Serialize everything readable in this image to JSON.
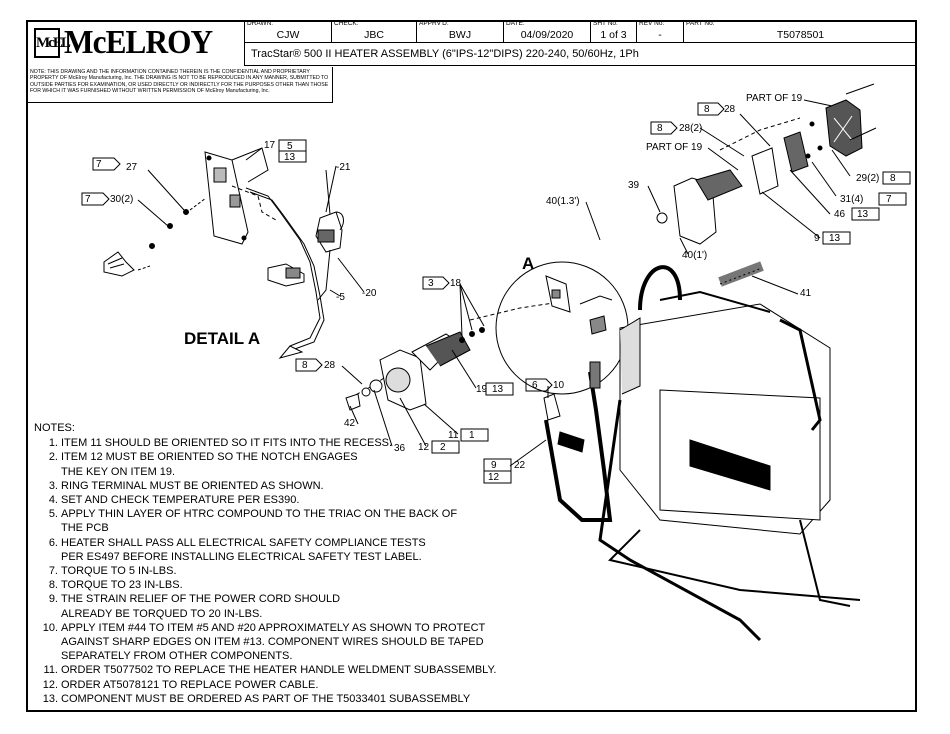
{
  "title_block": {
    "logo_mark": "McEL",
    "logo_text": "McELROY",
    "cells": [
      {
        "label": "DRAWN:",
        "value": "CJW"
      },
      {
        "label": "CHECK:",
        "value": "JBC"
      },
      {
        "label": "APPRV'D:",
        "value": "BWJ"
      },
      {
        "label": "DATE:",
        "value": "04/09/2020"
      },
      {
        "label": "SHT No:",
        "value": "1 of 3"
      },
      {
        "label": "REV No:",
        "value": "-"
      },
      {
        "label": "PART No:",
        "value": "T5078501"
      }
    ],
    "title": "TracStar® 500 II HEATER ASSEMBLY (6\"IPS-12\"DIPS) 220-240, 50/60Hz, 1Ph"
  },
  "notice": "NOTE: THIS DRAWING AND THE INFORMATION CONTAINED THEREIN IS THE CONFIDENTIAL AND PROPRIETARY PROPERTY OF McElroy Manufacturing, Inc. THE DRAWING IS NOT TO BE REPRODUCED IN ANY MANNER, SUBMITTED TO OUTSIDE PARTIES FOR EXAMINATION, OR USED DIRECTLY OR INDIRECTLY FOR THE PURPOSES OTHER THAN THOSE FOR WHICH IT WAS FURNISHED WITHOUT WRITTEN PERMISSION OF McElroy Manufacturing, Inc.",
  "detail_label": "DETAIL A",
  "view_label": "A",
  "callouts": {
    "c27": "27",
    "c30": "30(2)",
    "c17": "17",
    "c21": "-21",
    "c5": "-5",
    "c20": "-20",
    "c28a": "28",
    "c18": "18",
    "c19": "19",
    "c42": "42",
    "c36": "36",
    "c12": "12",
    "c11": "11",
    "c10": "10",
    "c22": "22",
    "c39": "39",
    "c40a": "40(1.3')",
    "c40b": "40(1')",
    "c41": "41",
    "c28b": "28",
    "c28c": "28(2)",
    "partof1": "PART OF 19",
    "partof2": "PART OF 19",
    "c29": "29(2)",
    "c31": "31(4)",
    "c46": "46",
    "c9": "9"
  },
  "flags": {
    "f7a": "7",
    "f7b": "7",
    "f5": "5",
    "f13a": "13",
    "f8a": "8",
    "f3": "3",
    "f13b": "13",
    "f2": "2",
    "f1": "1",
    "f6": "6",
    "f9": "9",
    "f12": "12",
    "f8b": "8",
    "f8c": "8",
    "f8d": "8",
    "f7c": "7",
    "f13c": "13",
    "f13d": "13"
  },
  "notes_heading": "NOTES:",
  "notes": [
    {
      "n": "1.",
      "t": "ITEM 11 SHOULD BE ORIENTED SO IT FITS INTO THE RECESS."
    },
    {
      "n": "2.",
      "t": "ITEM 12 MUST BE ORIENTED SO THE NOTCH ENGAGES THE KEY ON ITEM 19."
    },
    {
      "n": "3.",
      "t": "RING TERMINAL MUST BE ORIENTED AS SHOWN."
    },
    {
      "n": "4.",
      "t": "SET AND CHECK TEMPERATURE PER ES390."
    },
    {
      "n": "5.",
      "t": "APPLY THIN LAYER OF HTRC COMPOUND TO THE TRIAC ON THE BACK OF THE PCB"
    },
    {
      "n": "6.",
      "t": "HEATER SHALL PASS ALL ELECTRICAL SAFETY COMPLIANCE TESTS PER ES497 BEFORE INSTALLING ELECTRICAL SAFETY TEST LABEL."
    },
    {
      "n": "7.",
      "t": "TORQUE TO 5 IN-LBS."
    },
    {
      "n": "8.",
      "t": "TORQUE TO 23 IN-LBS."
    },
    {
      "n": "9.",
      "t": "THE STRAIN RELIEF OF THE POWER CORD SHOULD ALREADY BE TORQUED TO 20 IN-LBS."
    },
    {
      "n": "10.",
      "t": "APPLY ITEM #44 TO ITEM #5 AND #20 APPROXIMATELY AS SHOWN TO PROTECT AGAINST SHARP EDGES ON ITEM #13. COMPONENT WIRES SHOULD BE TAPED SEPARATELY FROM OTHER COMPONENTS."
    },
    {
      "n": "11.",
      "t": "ORDER T5077502 TO REPLACE THE HEATER HANDLE WELDMENT SUBASSEMBLY."
    },
    {
      "n": "12.",
      "t": "ORDER AT5078121 TO REPLACE POWER CABLE."
    },
    {
      "n": "13.",
      "t": "COMPONENT MUST BE ORDERED AS PART OF THE T5033401 SUBASSEMBLY"
    }
  ]
}
